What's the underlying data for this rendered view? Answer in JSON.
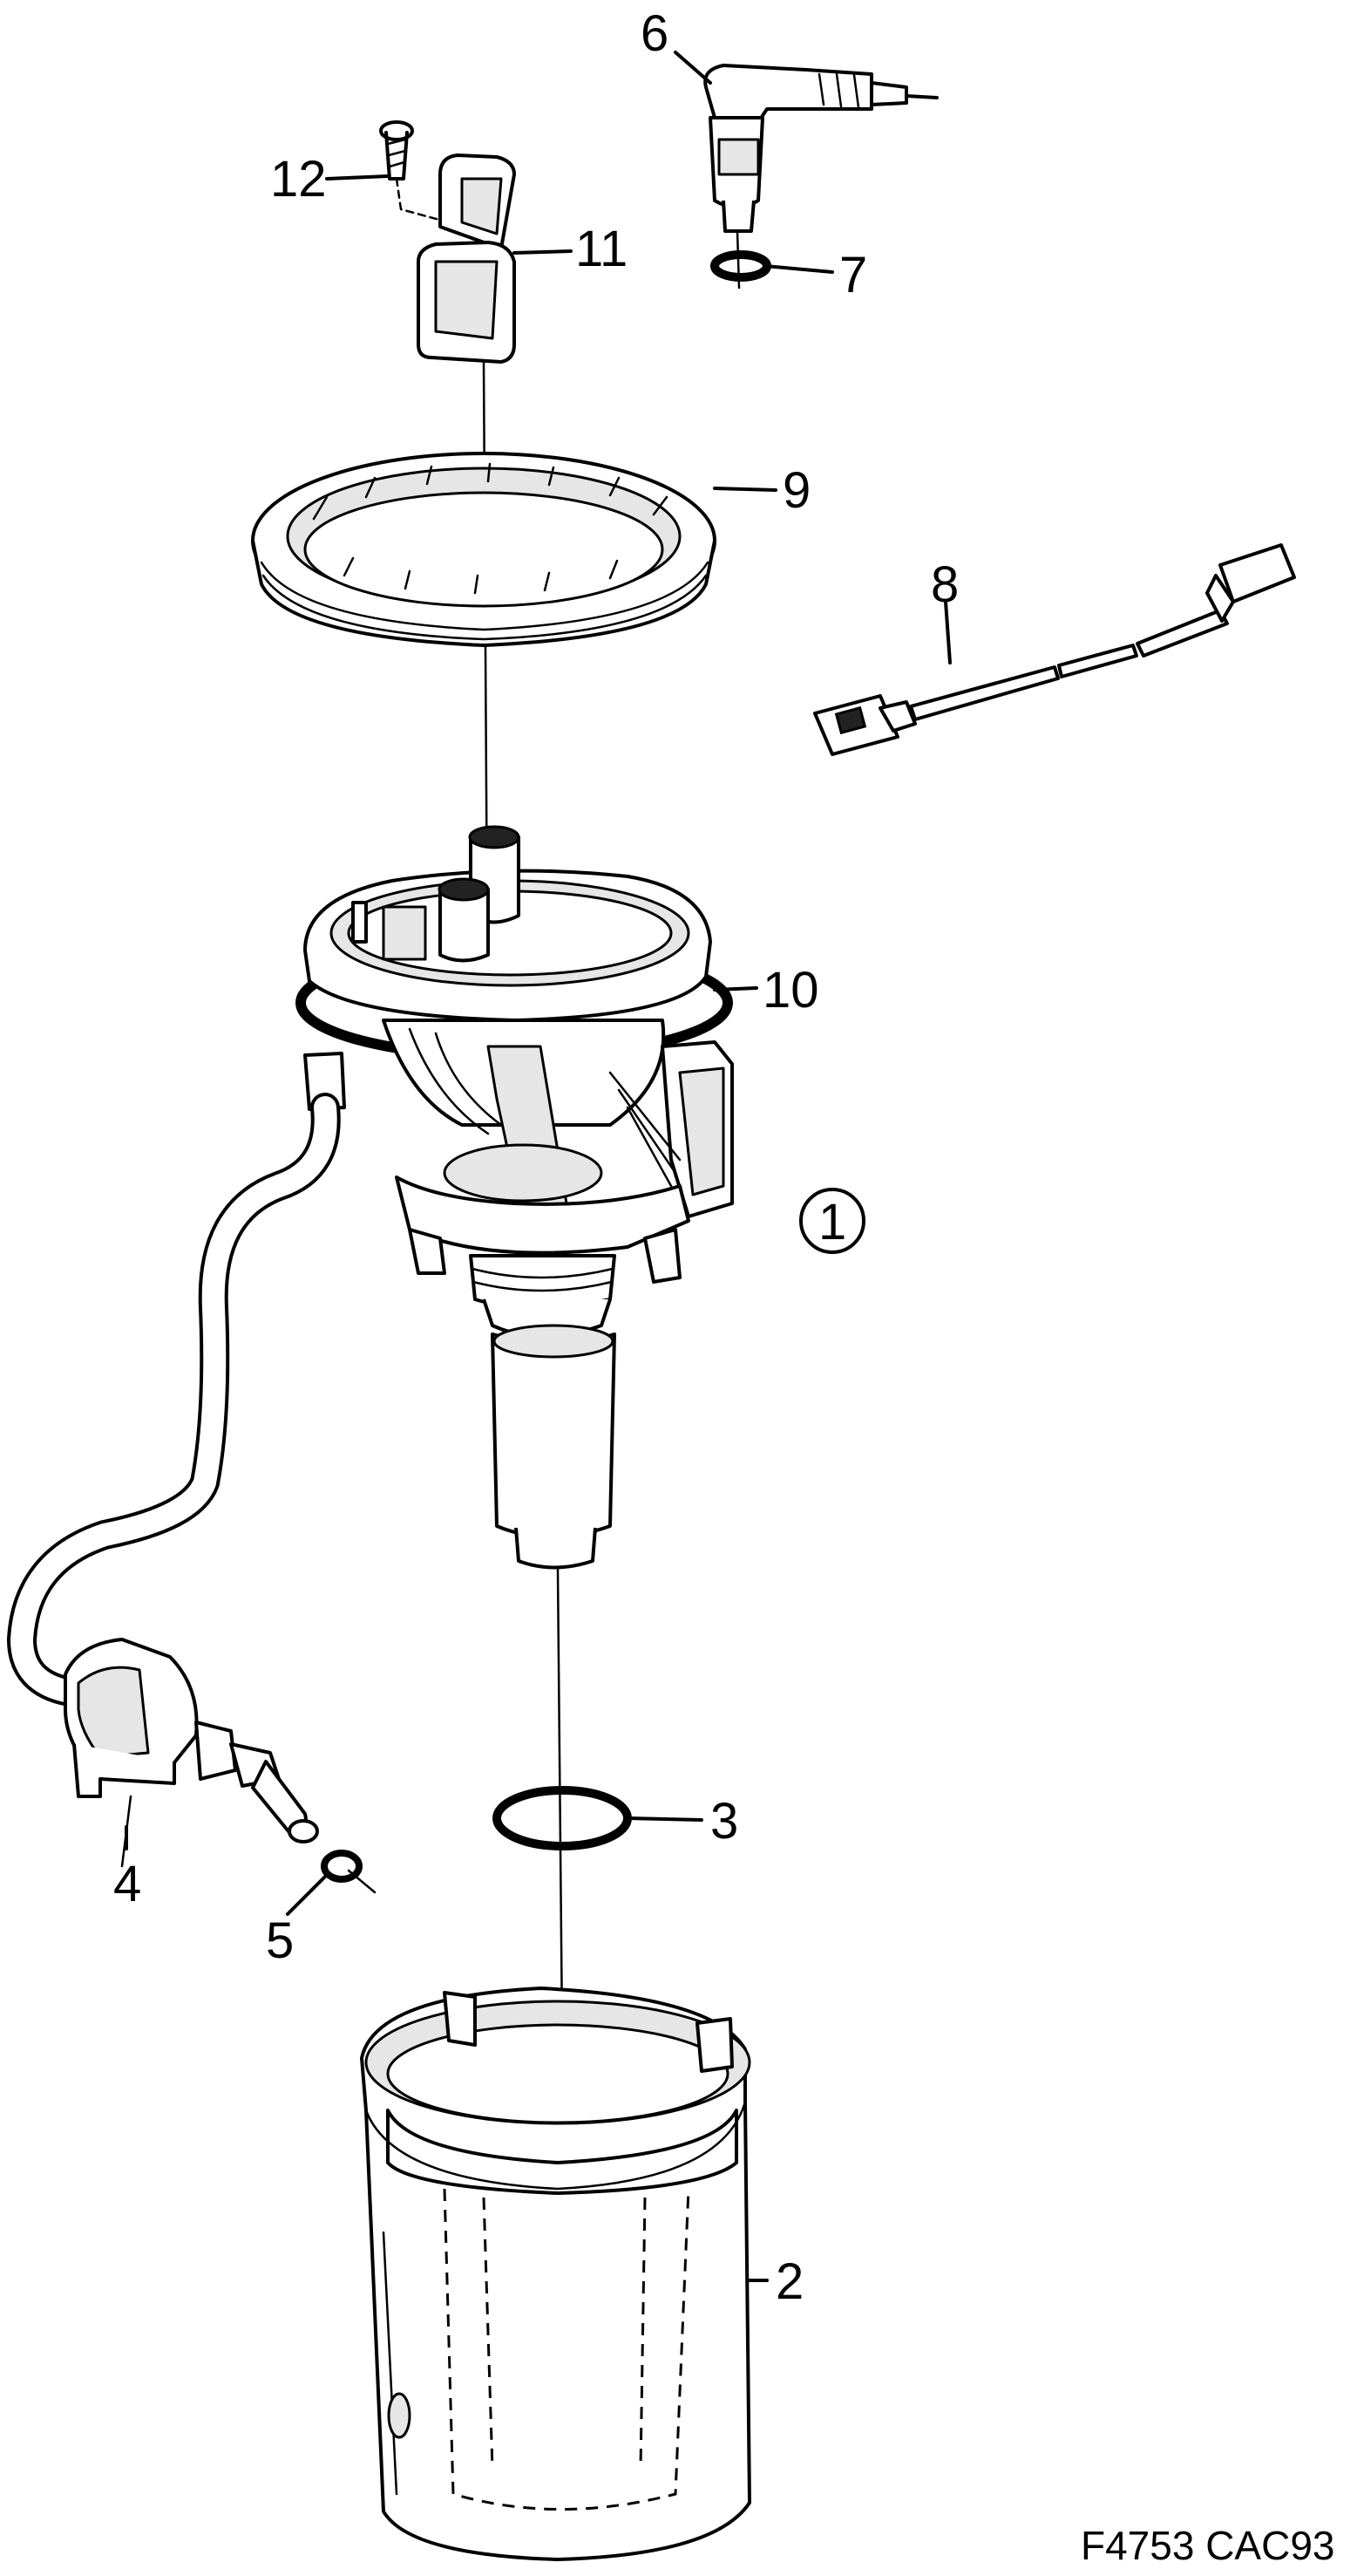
{
  "callouts": [
    {
      "id": "c1",
      "number": "1",
      "circled": true
    },
    {
      "id": "c2",
      "number": "2"
    },
    {
      "id": "c3",
      "number": "3"
    },
    {
      "id": "c4",
      "number": "4"
    },
    {
      "id": "c5",
      "number": "5"
    },
    {
      "id": "c6",
      "number": "6"
    },
    {
      "id": "c7",
      "number": "7"
    },
    {
      "id": "c8",
      "number": "8"
    },
    {
      "id": "c9",
      "number": "9"
    },
    {
      "id": "c10",
      "number": "10"
    },
    {
      "id": "c11",
      "number": "11"
    },
    {
      "id": "c12",
      "number": "12"
    }
  ],
  "figure_code": "F4753 CAC93"
}
